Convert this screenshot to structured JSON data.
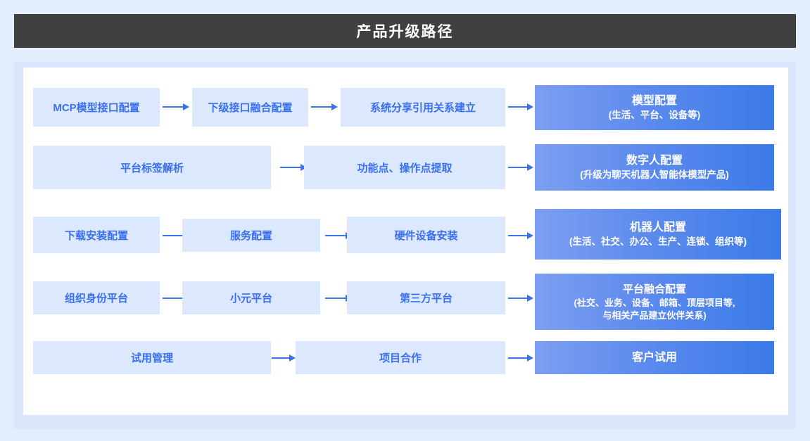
{
  "header": {
    "title": "产品升级路径",
    "bar_color": "#404040",
    "text_color": "#ffffff"
  },
  "theme": {
    "page_background": "#e3edfd",
    "panel_border": "#d9e6fc",
    "panel_background": "#ffffff",
    "light_node_fill": "#dce8fd",
    "light_node_text": "#3a70f0",
    "primary_node_gradient_start": "#7d9ff1",
    "primary_node_gradient_end": "#3b7ae8",
    "primary_node_text": "#ffffff",
    "arrow_color": "#3b74e8"
  },
  "diagram": {
    "type": "flow",
    "rows": [
      {
        "id": "row-1",
        "steps": [
          {
            "label": "MCP模型接口配置"
          },
          {
            "label": "下级接口融合配置"
          },
          {
            "label": "系统分享引用关系建立"
          }
        ],
        "outcome": {
          "title": "模型配置",
          "subtitle": "(生活、平台、设备等)"
        }
      },
      {
        "id": "row-2",
        "steps": [
          {
            "label": "平台标签解析"
          },
          {
            "label": "功能点、操作点提取"
          }
        ],
        "outcome": {
          "title": "数字人配置",
          "subtitle": "(升级为聊天机器人智能体模型产品)"
        }
      },
      {
        "id": "row-3",
        "steps": [
          {
            "label": "下载安装配置"
          },
          {
            "label": "服务配置"
          },
          {
            "label": "硬件设备安装"
          }
        ],
        "outcome": {
          "title": "机器人配置",
          "subtitle": "(生活、社交、办公、生产、连锁、组织等)"
        }
      },
      {
        "id": "row-4",
        "steps": [
          {
            "label": "组织身份平台"
          },
          {
            "label": "小元平台"
          },
          {
            "label": "第三方平台"
          }
        ],
        "outcome": {
          "title": "平台融合配置",
          "subtitle_1": "(社交、业务、设备、邮箱、顶层项目等,",
          "subtitle_2": "与相关产品建立伙伴关系)"
        }
      },
      {
        "id": "row-5",
        "steps": [
          {
            "label": "试用管理"
          },
          {
            "label": "项目合作"
          }
        ],
        "outcome": {
          "title": "客户试用",
          "subtitle": ""
        }
      }
    ]
  }
}
